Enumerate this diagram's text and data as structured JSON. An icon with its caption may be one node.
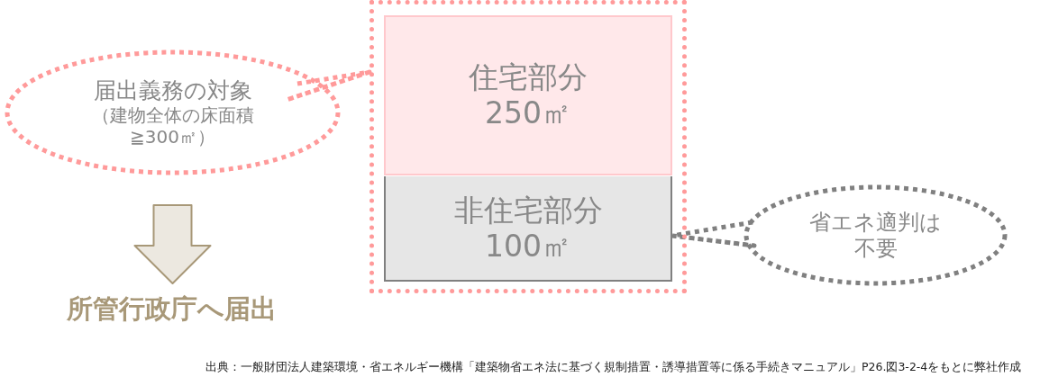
{
  "diagram": {
    "nodes": [
      {
        "text": [],
        "shape": "box"
      },
      {
        "text": [
          "住宅部分",
          "250㎡"
        ],
        "in": 0
      },
      {
        "text": [
          "非住宅部分",
          "100㎡"
        ],
        "in": 0
      },
      {
        "text": [
          "届出義務の対象",
          "（建物全体の床面積≧300㎡）"
        ]
      },
      {
        "text": [
          "省エネ適判は不要"
        ]
      },
      {
        "text": [
          "所管行政庁へ届出"
        ]
      }
    ],
    "edges": [
      {
        "from": 3,
        "to": 0,
        "arrow": "none",
        "style": "dashed",
        "color": "#ff9a9a"
      },
      {
        "from": 4,
        "to": 2,
        "arrow": "none",
        "style": "dashed",
        "color": "#808080"
      },
      {
        "from": 3,
        "to": 5,
        "arrow": "to",
        "style": "thick",
        "color": "#a89878"
      }
    ],
    "labels": [
      "出典：一般財団法人建築環境・省エネルギー機構「建築物省エネ法に基づく規制措置・誘導措置等に係る手続きマニュアル」P26.図3-2-4をもとに弊社作成"
    ]
  }
}
